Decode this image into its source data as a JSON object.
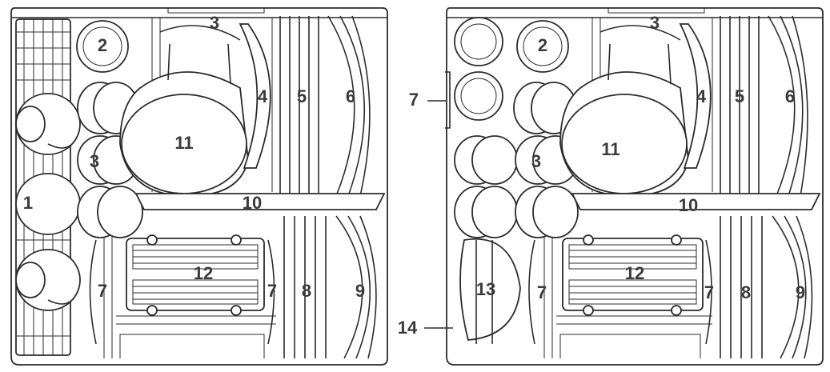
{
  "diagram": {
    "left_panel": {
      "labels": {
        "basket": "1",
        "cups_top": "2",
        "cups": "3",
        "cups_tine": "3",
        "plates_4": "4",
        "plates_5": "5",
        "plates_6": "6",
        "tines_left": "7",
        "tines_mid": "7",
        "plates_8": "8",
        "plates_9": "9",
        "tray": "10",
        "pot": "11",
        "cutlery": "12"
      }
    },
    "right_panel": {
      "labels": {
        "cups_top": "2",
        "cups_tine": "3",
        "cups": "3",
        "plates_4": "4",
        "plates_5": "5",
        "plates_6": "6",
        "tines_left": "7",
        "tines_mid": "7",
        "plates_8": "8",
        "plates_9": "9",
        "tray": "10",
        "pot": "11",
        "cutlery": "12",
        "bowl": "13"
      },
      "callouts": {
        "side_rack": "7",
        "bottom_rack": "14"
      }
    }
  }
}
